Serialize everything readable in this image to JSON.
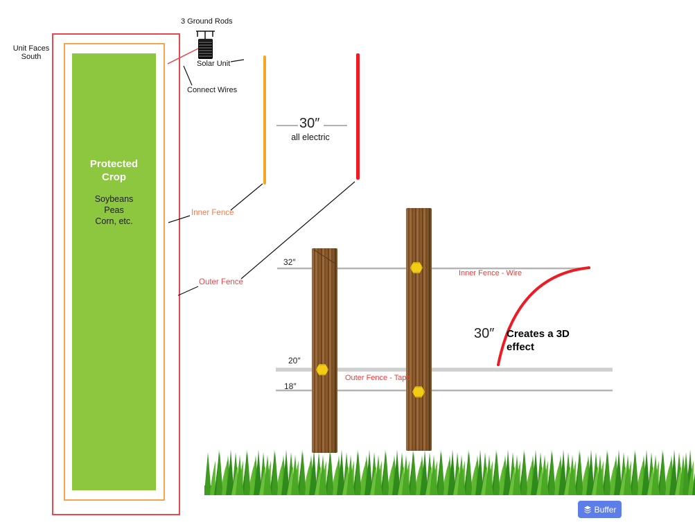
{
  "diagram": {
    "unit_faces_south": "Unit Faces South",
    "ground_rods_label": "3 Ground Rods",
    "solar_unit_label": "Solar Unit",
    "connect_wires_label": "Connect Wires",
    "spacing_measure": "30″",
    "spacing_sub": "all electric",
    "inner_fence_label": "Inner Fence",
    "outer_fence_label": "Outer Fence"
  },
  "crop": {
    "title": "Protected Crop",
    "lines": [
      "Soybeans",
      "Peas",
      "Corn, etc."
    ]
  },
  "fence": {
    "h32": "32″",
    "h20": "20″",
    "h18": "18″",
    "inner_wire_label": "Inner Fence - Wire",
    "outer_tape_label": "Outer Fence - Tape",
    "effect_measure": "30″",
    "effect_label": "Creates a 3D effect"
  },
  "badge": {
    "label": "Buffer"
  },
  "colors": {
    "outer_fence_red": "#E8474B",
    "inner_fence_orange": "#F5A623",
    "crop_green": "#8DC63F",
    "wire_gray": "#B5B5B5",
    "electric_red": "#ED1C24",
    "post_brown": "#8A5A2E",
    "insulator_yellow": "#F2CD13",
    "badge_blue": "#5D7DE8"
  }
}
